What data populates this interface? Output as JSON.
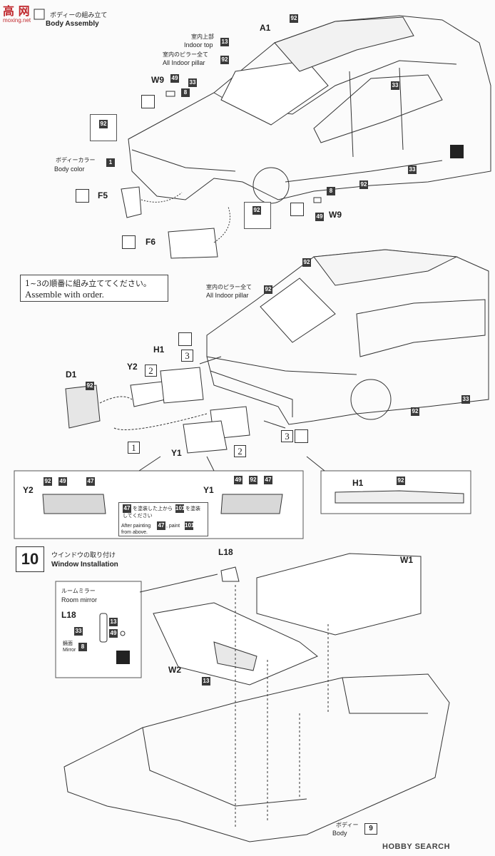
{
  "watermark": {
    "logo_text": "高 网",
    "url": "moxing.net"
  },
  "brand": {
    "logo": "HOBBY SEARCH"
  },
  "step9": {
    "title_jp": "ボディーの組み立て",
    "title_en": "Body Assembly"
  },
  "step10": {
    "number": "10",
    "title_jp": "ウインドウの取り付け",
    "title_en": "Window Installation"
  },
  "labels": {
    "indoor_top_jp": "室内上部",
    "indoor_top_en": "Indoor top",
    "pillar_jp": "室内のピラー全て",
    "pillar_en": "All Indoor pillar",
    "body_color_jp": "ボディーカラー",
    "body_color_en": "Body color",
    "order_jp": "1~3の順番に組み立ててください。",
    "order_en": "Assemble with order.",
    "paint_note_jp_a": "を塗装した上から",
    "paint_note_jp_b": "を塗装",
    "paint_note_jp_c": "してください",
    "paint_note_en_a": "After painting",
    "paint_note_en_b": ", paint",
    "paint_note_en_c": "from above.",
    "mirror_jp": "ルームミラー",
    "mirror_en": "Room mirror",
    "mirror_face_jp": "鏡面",
    "mirror_face_en": "Mirror",
    "body_jp": "ボディー",
    "body_en": "Body"
  },
  "parts": {
    "A1": "A1",
    "W9": "W9",
    "F5": "F5",
    "F6": "F6",
    "D1": "D1",
    "Y2": "Y2",
    "H1": "H1",
    "Y1": "Y1",
    "L18": "L18",
    "W1": "W1",
    "W2": "W2"
  },
  "colors": {
    "c92": "92",
    "c13": "13",
    "c33": "33",
    "c1": "1",
    "c8": "8",
    "c49": "49",
    "c47": "47",
    "c101": "101",
    "c9": "9"
  },
  "steps": {
    "s1": "1",
    "s2": "2",
    "s3": "3"
  },
  "icons": {
    "chrome": "chrome-finish-icon",
    "decal": "decal-icon",
    "paint": "paint-brush-icon"
  }
}
